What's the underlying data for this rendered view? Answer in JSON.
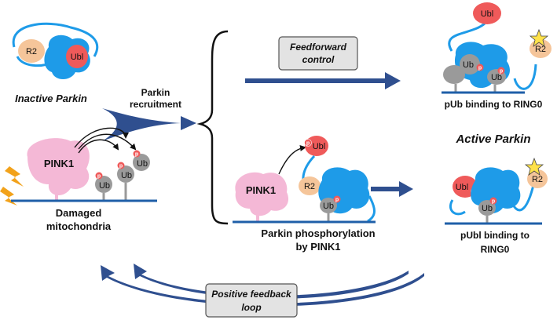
{
  "labels": {
    "inactive_parkin": "Inactive Parkin",
    "parkin_recruitment_1": "Parkin",
    "parkin_recruitment_2": "recruitment",
    "damaged_1": "Damaged",
    "damaged_2": "mitochondria",
    "feedforward_1": "Feedforward",
    "feedforward_2": "control",
    "pub_binding": "pUb binding to RING0",
    "active_parkin": "Active Parkin",
    "parkin_phos_1": "Parkin phosphorylation",
    "parkin_phos_2": "by PINK1",
    "publ_binding_1": "pUbl binding to",
    "publ_binding_2": "RING0",
    "positive_1": "Positive feedback",
    "positive_2": "loop"
  },
  "glyphs": {
    "r2": "R2",
    "ubl": "Ubl",
    "ub": "Ub",
    "pink1": "PINK1",
    "p": "p"
  },
  "colors": {
    "parkin_blue": "#1e9be8",
    "arrow_navy": "#2f4f8f",
    "ubl_red": "#ef5a5a",
    "r2_peach": "#f5c59a",
    "pink1_pink": "#f4b8d6",
    "ub_gray": "#9a9a9a",
    "membrane": "#1f5fa8",
    "box_gray": "#e3e3e3",
    "lightning": "#f2a21b",
    "star": "#ffe24a"
  }
}
